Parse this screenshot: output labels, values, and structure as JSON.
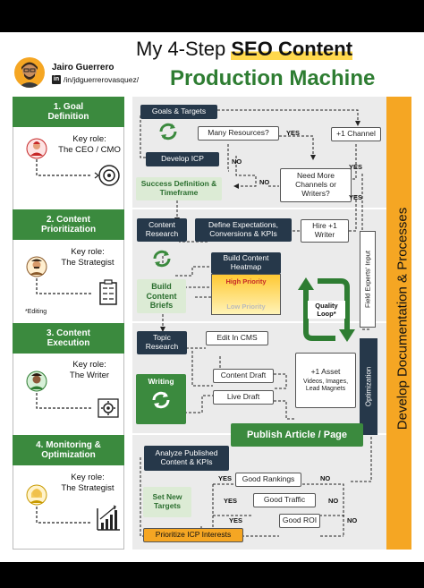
{
  "header": {
    "author_name": "Jairo Guerrero",
    "author_handle": "/in/jdguerrerovasquez/",
    "title_prefix": "My 4-Step ",
    "title_highlight": "SEO Content",
    "title_line2": "Production Machine"
  },
  "steps": [
    {
      "title": "1. Goal Definition",
      "role_label": "Key role:",
      "role_name": "The CEO / CMO"
    },
    {
      "title": "2. Content Prioritization",
      "role_label": "Key role:",
      "role_name": "The Strategist",
      "note": "*Editing"
    },
    {
      "title": "3. Content Execution",
      "role_label": "Key role:",
      "role_name": "The Writer"
    },
    {
      "title": "4. Monitoring & Optimization",
      "role_label": "Key role:",
      "role_name": "The Strategist"
    }
  ],
  "flow": {
    "goals_targets": "Goals & Targets",
    "many_resources": "Many Resources?",
    "plus_one_channel": "+1 Channel",
    "develop_icp": "Develop ICP",
    "need_more": "Need More Channels or Writers?",
    "success_definition": "Success Definition & Timeframe",
    "content_research": "Content Research",
    "define_expectations": "Define Expectations, Conversions & KPIs",
    "hire_writer": "Hire +1 Writer",
    "build_heatmap": "Build Content Heatmap",
    "high_priority": "High Priority",
    "low_priority": "Low Priority",
    "build_briefs": "Build Content Briefs",
    "quality_loop": "Quality Loop*",
    "topic_research": "Topic Research",
    "edit_cms": "Edit In CMS",
    "content_draft": "Content Draft",
    "writing": "Writing",
    "live_draft": "Live Draft",
    "plus_asset": "+1 Asset",
    "plus_asset_sub": "Videos, Images, Lead Magnets",
    "optimization": "Optimization",
    "field_experts": "Field Experts' Input",
    "publish": "Publish Article / Page",
    "analyze": "Analyze Published Content & KPIs",
    "set_targets": "Set New Targets",
    "good_rankings": "Good Rankings",
    "good_traffic": "Good Traffic",
    "good_roi": "Good ROI",
    "prioritize_icp": "Prioritize ICP Interests",
    "develop_docs": "Develop Documentation & Processes",
    "yes": "YES",
    "no": "NO"
  },
  "colors": {
    "band_green": "#3b8a3e",
    "navy": "#26384a",
    "orange": "#f5a623",
    "yellow": "#ffd84d",
    "panel_gray": "#ebebeb"
  }
}
